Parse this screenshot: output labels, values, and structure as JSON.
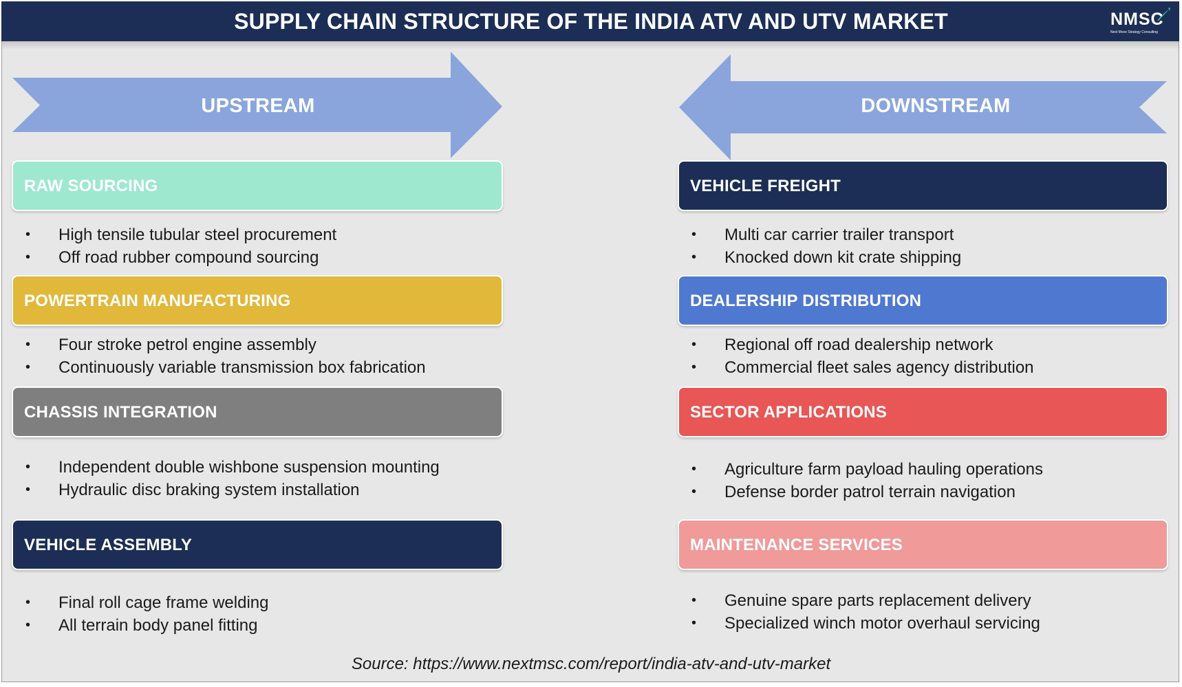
{
  "header": {
    "title": "SUPPLY CHAIN STRUCTURE OF THE INDIA ATV AND UTV MARKET",
    "logo_text": "NMSC",
    "logo_tagline": "Next Move Strategy Consulting",
    "background": "#1c2e55"
  },
  "arrows": {
    "upstream": "UPSTREAM",
    "downstream": "DOWNSTREAM",
    "color": "#8aa5dc"
  },
  "upstream": [
    {
      "title": "RAW SOURCING",
      "color": "#9ee8cf",
      "items": [
        "High tensile tubular steel procurement",
        "Off road rubber compound sourcing"
      ]
    },
    {
      "title": "POWERTRAIN MANUFACTURING",
      "color": "#e1b83a",
      "items": [
        "Four stroke petrol engine assembly",
        "Continuously variable transmission box fabrication"
      ]
    },
    {
      "title": "CHASSIS INTEGRATION",
      "color": "#7f7f7f",
      "items": [
        "Independent double wishbone suspension mounting",
        "Hydraulic disc braking system installation"
      ]
    },
    {
      "title": "VEHICLE ASSEMBLY",
      "color": "#1c2e55",
      "items": [
        "Final roll cage frame welding",
        "All terrain body panel fitting"
      ]
    }
  ],
  "downstream": [
    {
      "title": "VEHICLE FREIGHT",
      "color": "#1c2e55",
      "items": [
        "Multi car carrier trailer transport",
        "Knocked down kit crate shipping"
      ]
    },
    {
      "title": "DEALERSHIP DISTRIBUTION",
      "color": "#4f78d0",
      "items": [
        "Regional off road dealership network",
        "Commercial fleet sales agency distribution"
      ]
    },
    {
      "title": "SECTOR APPLICATIONS",
      "color": "#e85656",
      "items": [
        "Agriculture farm payload hauling operations",
        "Defense border patrol terrain navigation"
      ]
    },
    {
      "title": "MAINTENANCE SERVICES",
      "color": "#f09a9a",
      "items": [
        "Genuine spare parts replacement delivery",
        "Specialized winch motor overhaul servicing"
      ]
    }
  ],
  "source": "Source: https://www.nextmsc.com/report/india-atv-and-utv-market"
}
